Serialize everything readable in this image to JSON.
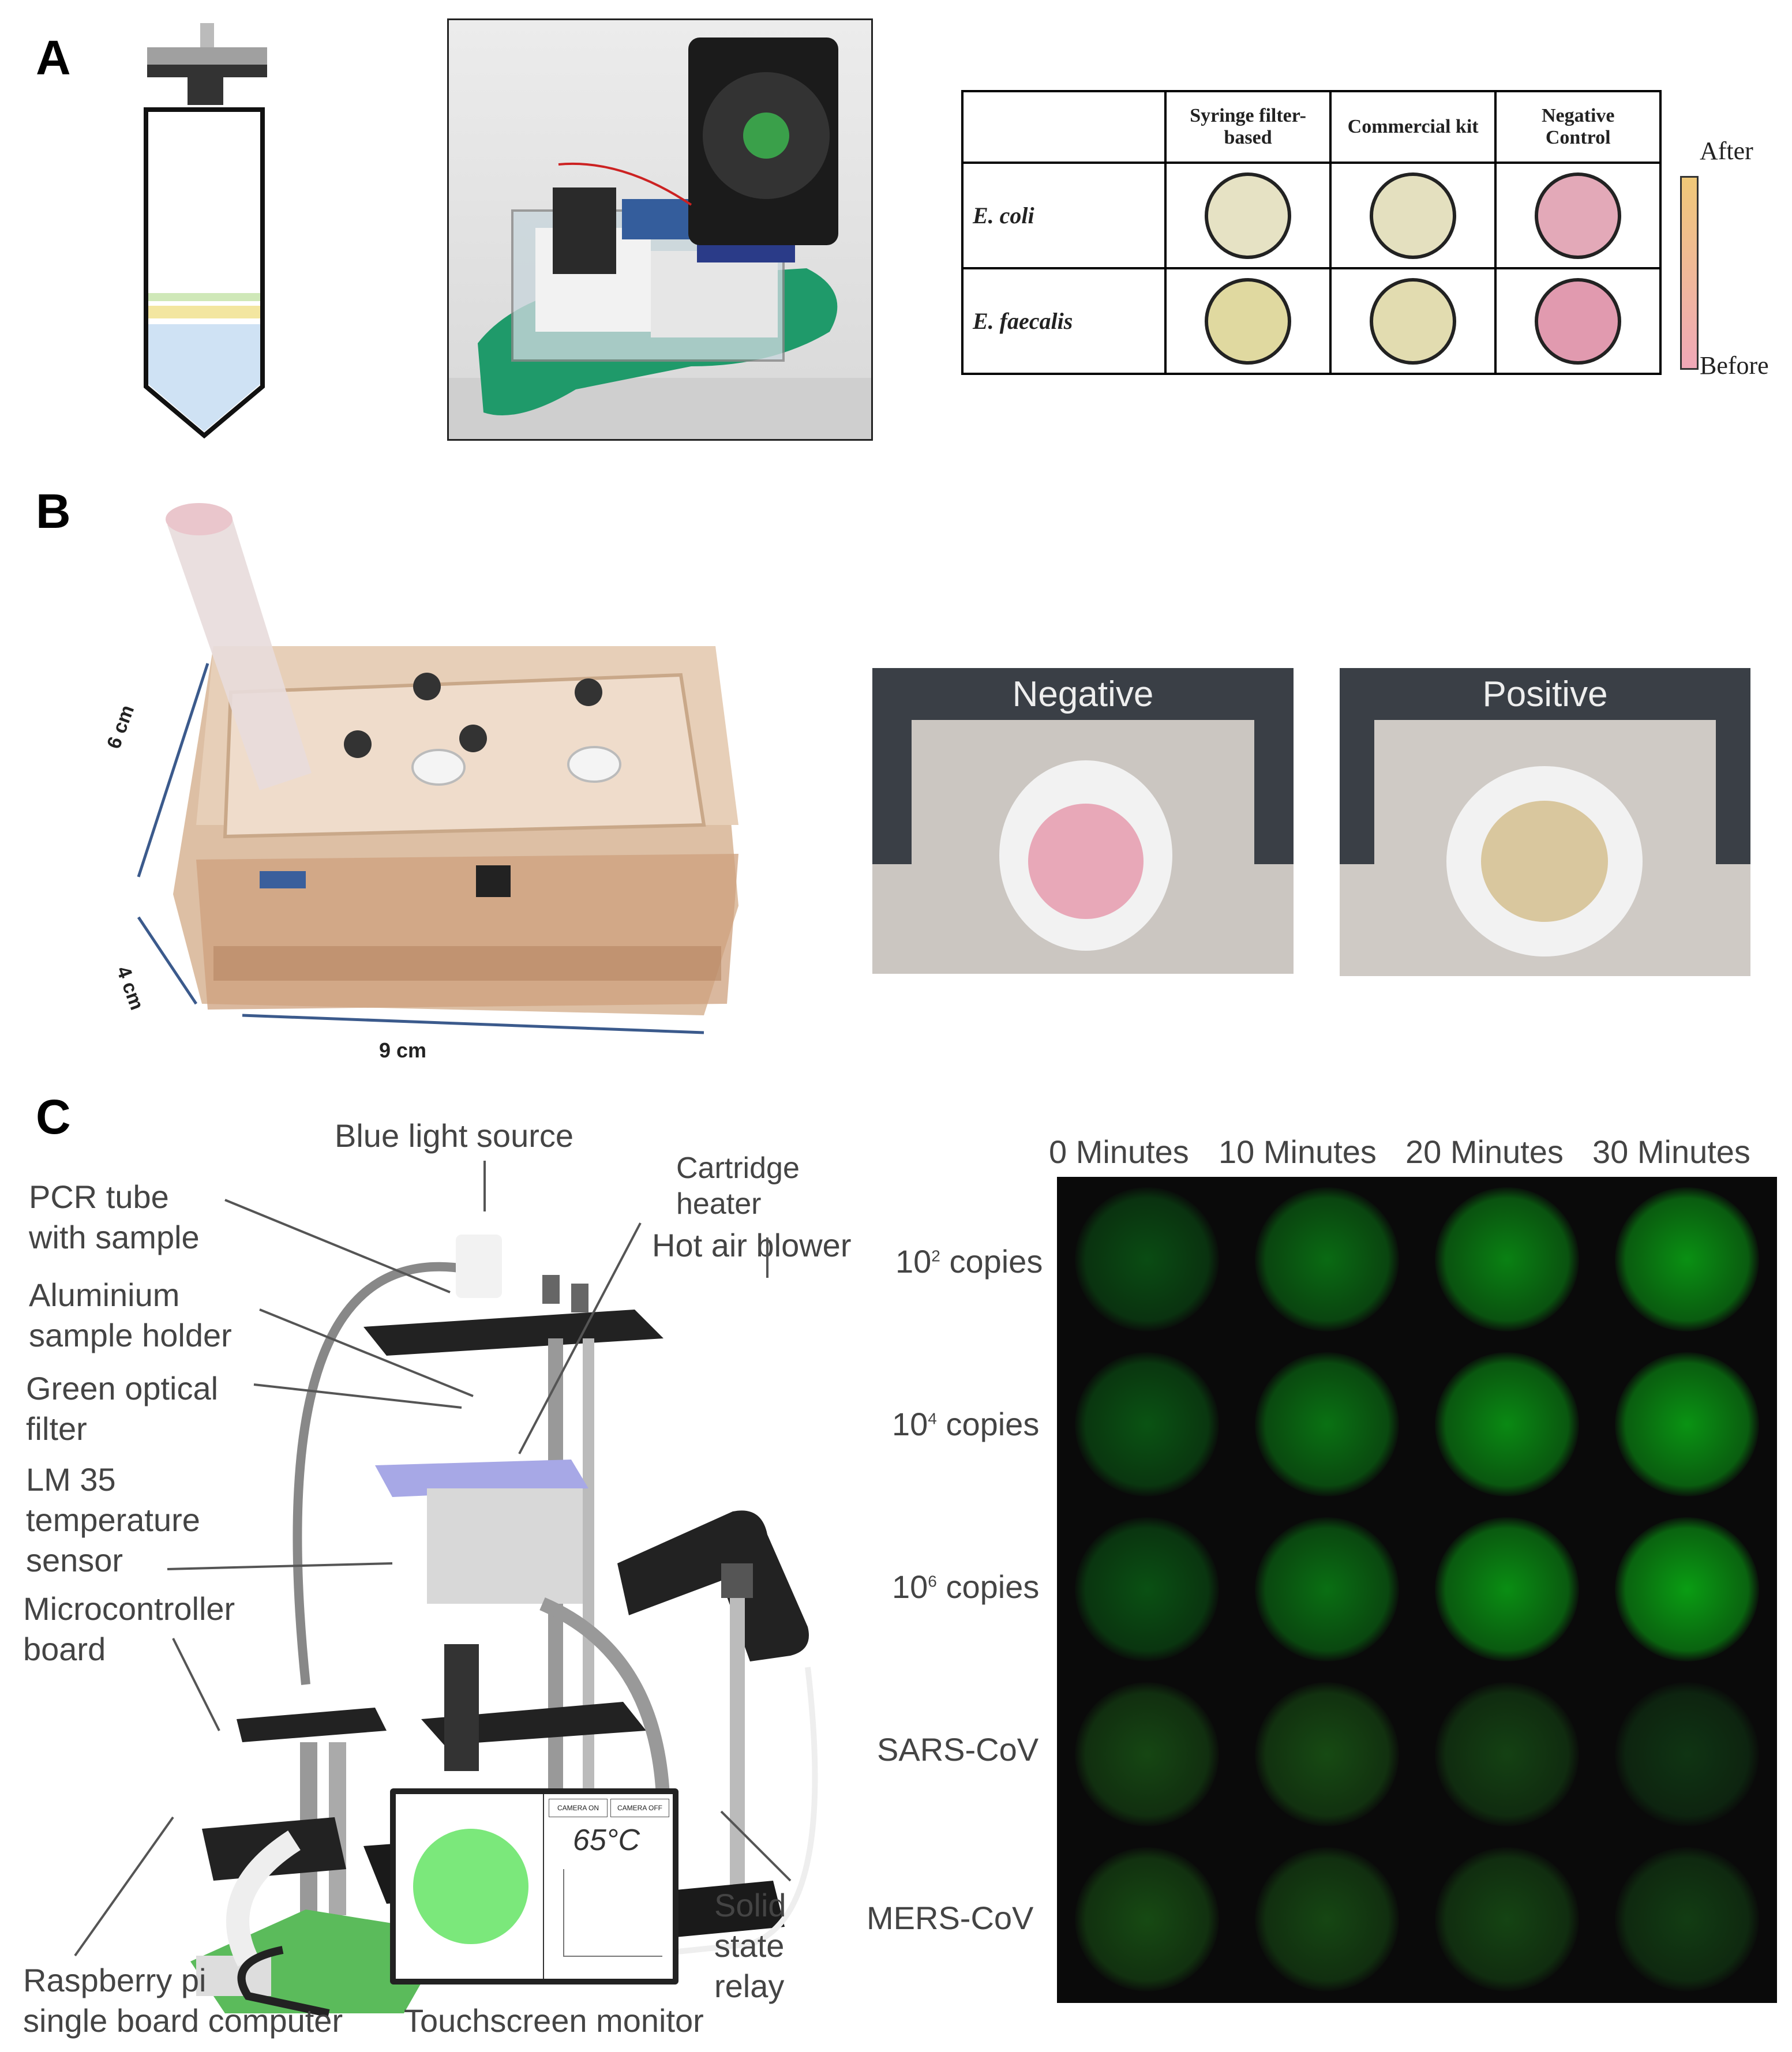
{
  "panel_letters": {
    "a": "A",
    "b": "B",
    "c": "C"
  },
  "panel_a": {
    "table": {
      "headers": [
        "",
        "Syringe filter-\nbased",
        "Commercial kit",
        "Negative\nControl"
      ],
      "rows": [
        {
          "label": "E. coli",
          "colors": [
            "#e6e2c4",
            "#e4e0bf",
            "#e3a9b8"
          ]
        },
        {
          "label": "E. faecalis",
          "colors": [
            "#e0d9a0",
            "#e2dcb0",
            "#e19aaf"
          ]
        }
      ]
    },
    "scale": {
      "top": "After",
      "bottom": "Before",
      "color_top": "#f0c878",
      "color_bottom": "#f0a8b8"
    }
  },
  "panel_b": {
    "dims": {
      "height": "6 cm",
      "depth": "4 cm",
      "width": "9 cm"
    },
    "results": {
      "negative": "Negative",
      "positive": "Positive",
      "negative_color": "#e8a8b8",
      "positive_color": "#d9c79e"
    }
  },
  "panel_c": {
    "labels": {
      "blue_light": "Blue light source",
      "cartridge": "Cartridge\nheater",
      "pcr_tube": "PCR tube\nwith sample",
      "hot_air": "Hot air blower",
      "holder": "Aluminium\nsample holder",
      "filter": "Green optical\nfilter",
      "lm35": "LM 35\ntemperature\nsensor",
      "micro": "Microcontroller\nboard",
      "raspberry": "Raspberry pi\nsingle board computer",
      "touchscreen": "Touchscreen monitor",
      "relay": "Solid\nstate\nrelay"
    },
    "screen": {
      "temp": "65°C",
      "btn1": "CAMERA ON",
      "btn2": "CAMERA OFF",
      "circle_color": "#7be87b"
    },
    "grid": {
      "columns": [
        "0 Minutes",
        "10 Minutes",
        "20 Minutes",
        "30 Minutes"
      ],
      "rows": [
        {
          "base": "10",
          "exp": "2",
          "unit": "copies",
          "intensity": [
            0.25,
            0.45,
            0.6,
            0.7
          ]
        },
        {
          "base": "10",
          "exp": "4",
          "unit": "copies",
          "intensity": [
            0.3,
            0.5,
            0.65,
            0.72
          ]
        },
        {
          "base": "10",
          "exp": "6",
          "unit": "copies",
          "intensity": [
            0.28,
            0.48,
            0.68,
            0.78
          ]
        },
        {
          "name": "SARS-CoV",
          "intensity": [
            0.22,
            0.24,
            0.18,
            0.1
          ]
        },
        {
          "name": "MERS-CoV",
          "intensity": [
            0.24,
            0.22,
            0.2,
            0.15
          ]
        }
      ]
    }
  }
}
